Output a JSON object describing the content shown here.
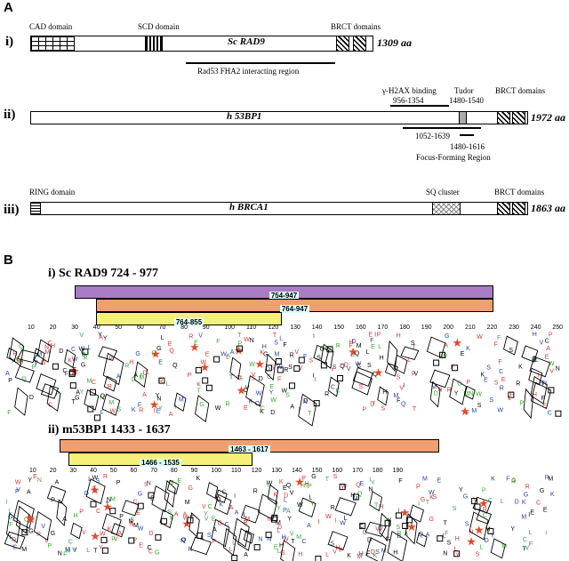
{
  "panel_a": {
    "letter": "A",
    "rows": [
      {
        "roman": "i)",
        "name": "Sc RAD9",
        "length": "1309 aa",
        "labels": {
          "cad": "CAD domain",
          "scd": "SCD domain",
          "brct": "BRCT domains",
          "fha": "Rad53 FHA2 interacting region"
        }
      },
      {
        "roman": "ii)",
        "name": "h 53BP1",
        "length": "1972 aa",
        "labels": {
          "h2ax1": "γ-H2AX binding",
          "h2ax2": "956-1354",
          "tudor1": "Tudor",
          "tudor2": "1480-1540",
          "brct": "BRCT domains",
          "ff1": "1052-1639",
          "ff2": "1480-1616",
          "ff3": "Focus-Forming Region"
        }
      },
      {
        "roman": "iii)",
        "name": "h BRCA1",
        "length": "1863 aa",
        "labels": {
          "ring": "RING domain",
          "sq": "SQ cluster",
          "brct": "BRCT domains"
        }
      }
    ]
  },
  "panel_b": {
    "letter": "B",
    "sections": [
      {
        "title": "i)  Sc RAD9 724 - 977",
        "ranges": [
          {
            "label": "754-947",
            "color": "#a97bc4"
          },
          {
            "label": "764-947",
            "color": "#f0a070"
          },
          {
            "label": "764-855",
            "color": "#f5f07a"
          }
        ],
        "ticks": [
          "10",
          "20",
          "30",
          "40",
          "50",
          "60",
          "70",
          "80",
          "90",
          "100",
          "110",
          "120",
          "130",
          "140",
          "150",
          "160",
          "170",
          "180",
          "190",
          "200",
          "210",
          "220",
          "230",
          "240",
          "250"
        ]
      },
      {
        "title": "ii)  m53BP1 1433 - 1637",
        "ranges": [
          {
            "label": "1463 - 1617",
            "color": "#f0a070"
          },
          {
            "label": "1466 - 1535",
            "color": "#f5f07a"
          }
        ],
        "ticks": [
          "10",
          "20",
          "30",
          "40",
          "50",
          "60",
          "70",
          "80",
          "90",
          "100",
          "110",
          "120",
          "130",
          "140",
          "150",
          "160",
          "170",
          "180",
          "190"
        ]
      }
    ]
  }
}
